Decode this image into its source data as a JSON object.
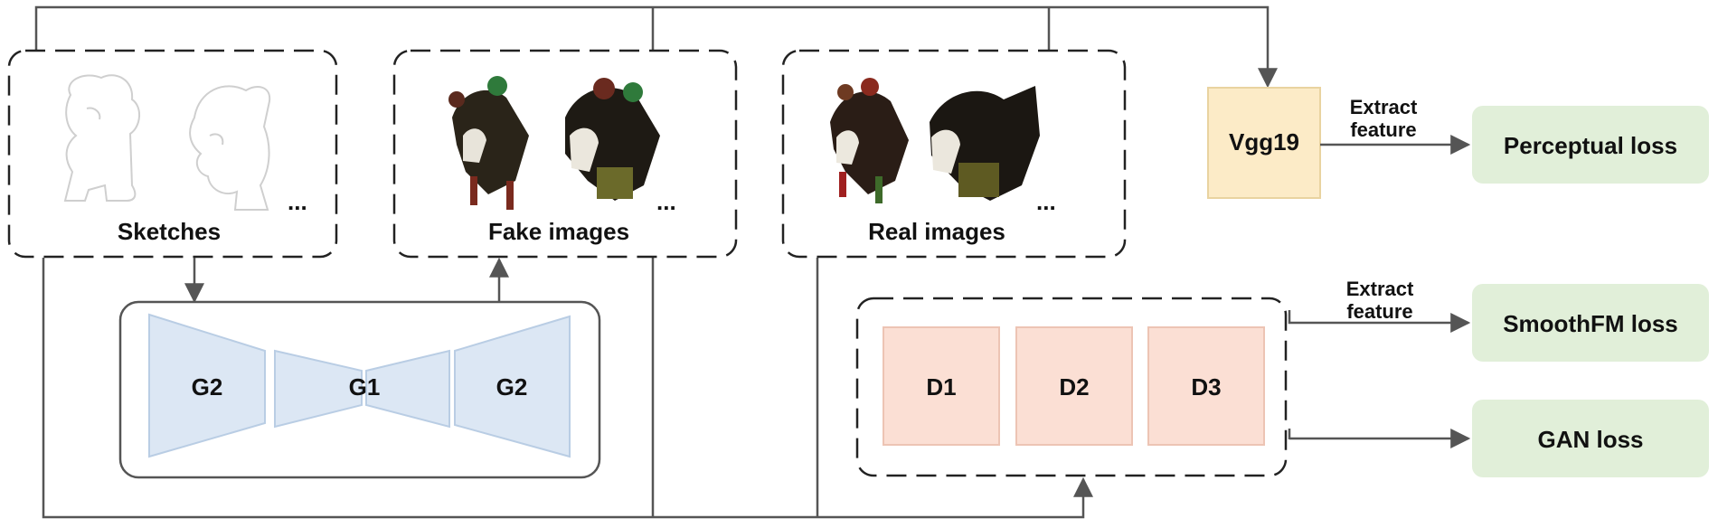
{
  "panels": {
    "sketches": "Sketches",
    "fake": "Fake images",
    "real": "Real images",
    "ellipsis": "..."
  },
  "generator": {
    "left": "G2",
    "middle": "G1",
    "right": "G2"
  },
  "discriminators": [
    "D1",
    "D2",
    "D3"
  ],
  "vgg": "Vgg19",
  "extract": {
    "line1": "Extract",
    "line2": "feature"
  },
  "losses": {
    "perceptual": "Perceptual loss",
    "smoothfm": "SmoothFM loss",
    "gan": "GAN loss"
  },
  "colors": {
    "generator_fill": "#dce7f4",
    "generator_stroke": "#b9cde4",
    "disc_fill": "#fbdfd4",
    "disc_stroke": "#edc4b4",
    "vgg_fill": "#fcebc7",
    "vgg_stroke": "#e9d3a0",
    "loss_fill": "#e1efd9"
  }
}
